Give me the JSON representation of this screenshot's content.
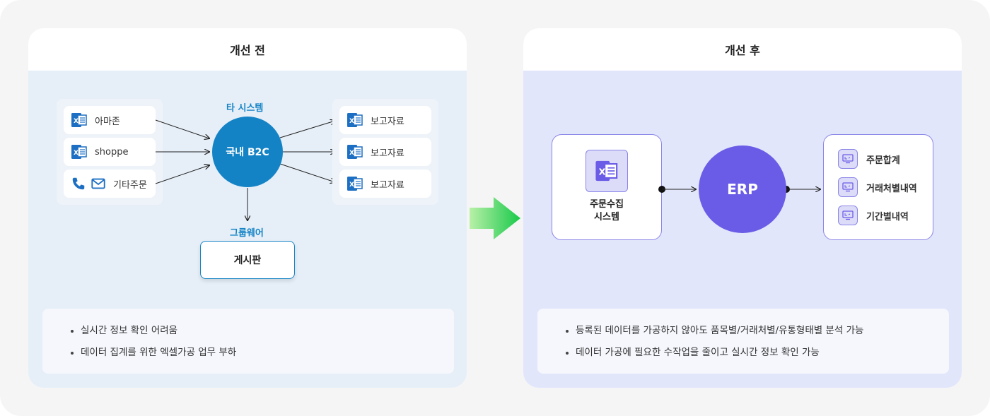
{
  "before": {
    "title": "개선 전",
    "sources": [
      {
        "label": "아마존",
        "icon": "excel-icon"
      },
      {
        "label": "shoppe",
        "icon": "excel-icon"
      },
      {
        "label": "기타주문",
        "icon": "phone-mail-icon"
      }
    ],
    "hub_top_label": "타 시스템",
    "hub_label": "국내 B2C",
    "outputs": [
      "보고자료",
      "보고자료",
      "보고자료"
    ],
    "groupware_label": "그룹웨어",
    "board_label": "게시판",
    "notes": [
      "실시간 정보 확인 어려움",
      "데이터 집계를 위한 엑셀가공 업무 부하"
    ]
  },
  "after": {
    "title": "개선 후",
    "collector_label_line1": "주문수집",
    "collector_label_line2": "시스템",
    "hub_label": "ERP",
    "outputs": [
      "주문합계",
      "거래처별내역",
      "기간별내역"
    ],
    "notes": [
      "등록된 데이터를 가공하지 않아도 품목별/거래처별/유통형태별 분석 가능",
      "데이터 가공에 필요한 수작업을 줄이고 실시간 정보 확인 가능"
    ]
  },
  "colors": {
    "blue_hub": "#1483c6",
    "purple_hub": "#6b5ce7",
    "excel_green": "#1d6fc4",
    "arrow_green": "#2fd35a"
  }
}
